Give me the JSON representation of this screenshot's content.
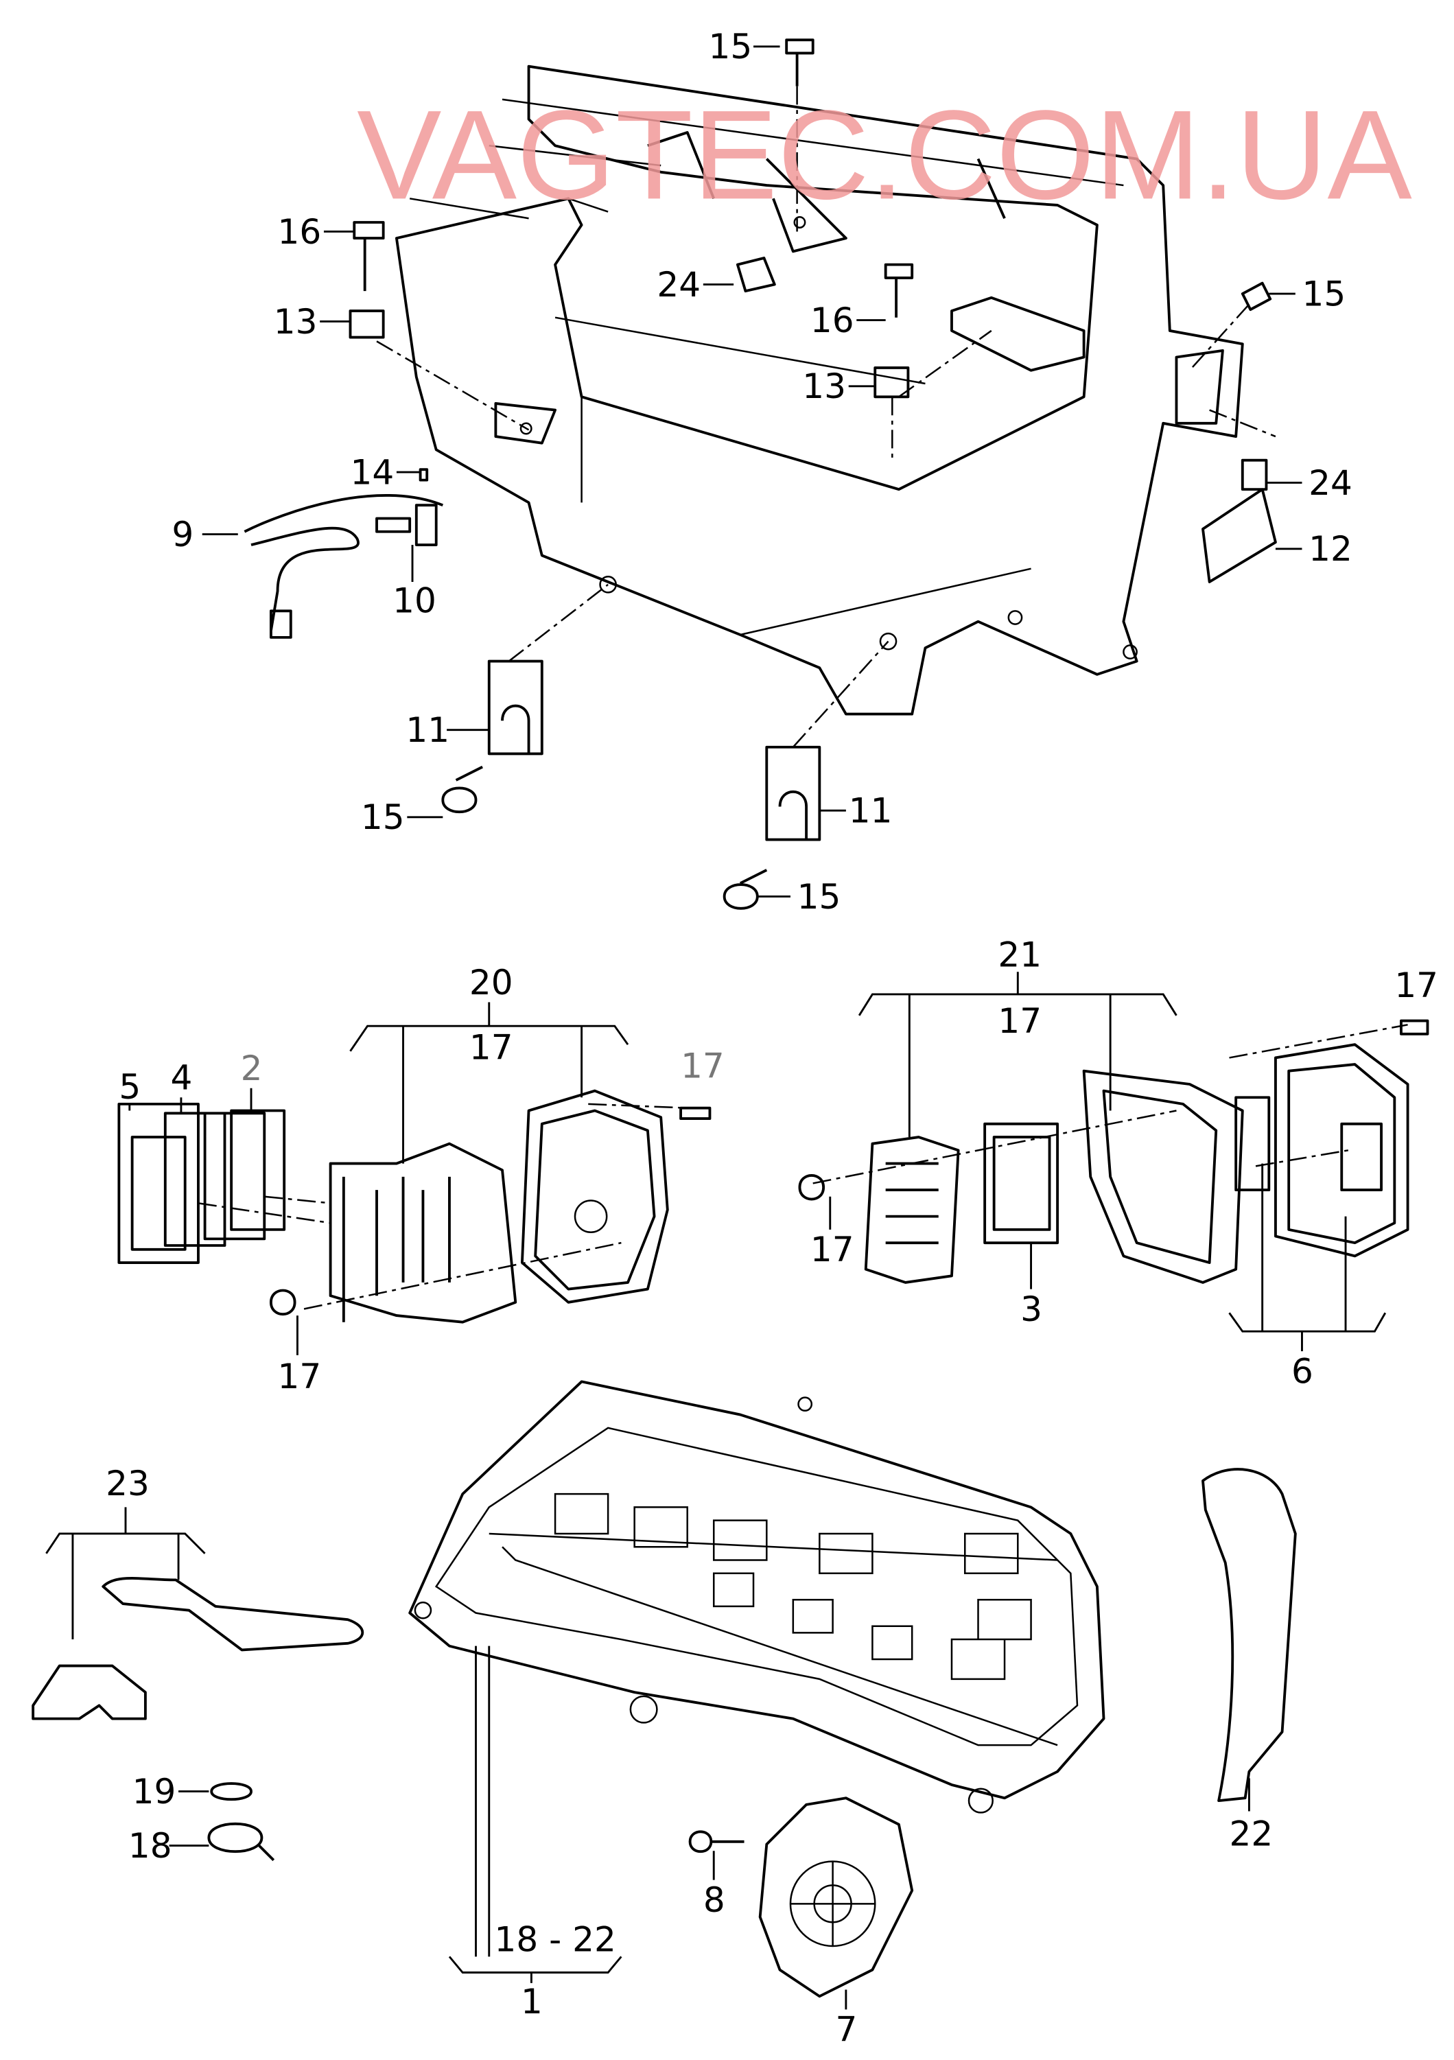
{
  "watermark": "VAGTEC.COM.UA",
  "labels": [
    "15",
    "16",
    "24",
    "16",
    "15",
    "13",
    "13",
    "14",
    "24",
    "9",
    "12",
    "10",
    "11",
    "11",
    "15",
    "15",
    "21",
    "20",
    "17",
    "17",
    "17",
    "17",
    "5",
    "4",
    "2",
    "17",
    "3",
    "17",
    "6",
    "23",
    "22",
    "19",
    "18",
    "8",
    "18 - 22",
    "1",
    "7"
  ],
  "colors": {
    "line": "#000000",
    "watermark": "#f29a9a"
  }
}
